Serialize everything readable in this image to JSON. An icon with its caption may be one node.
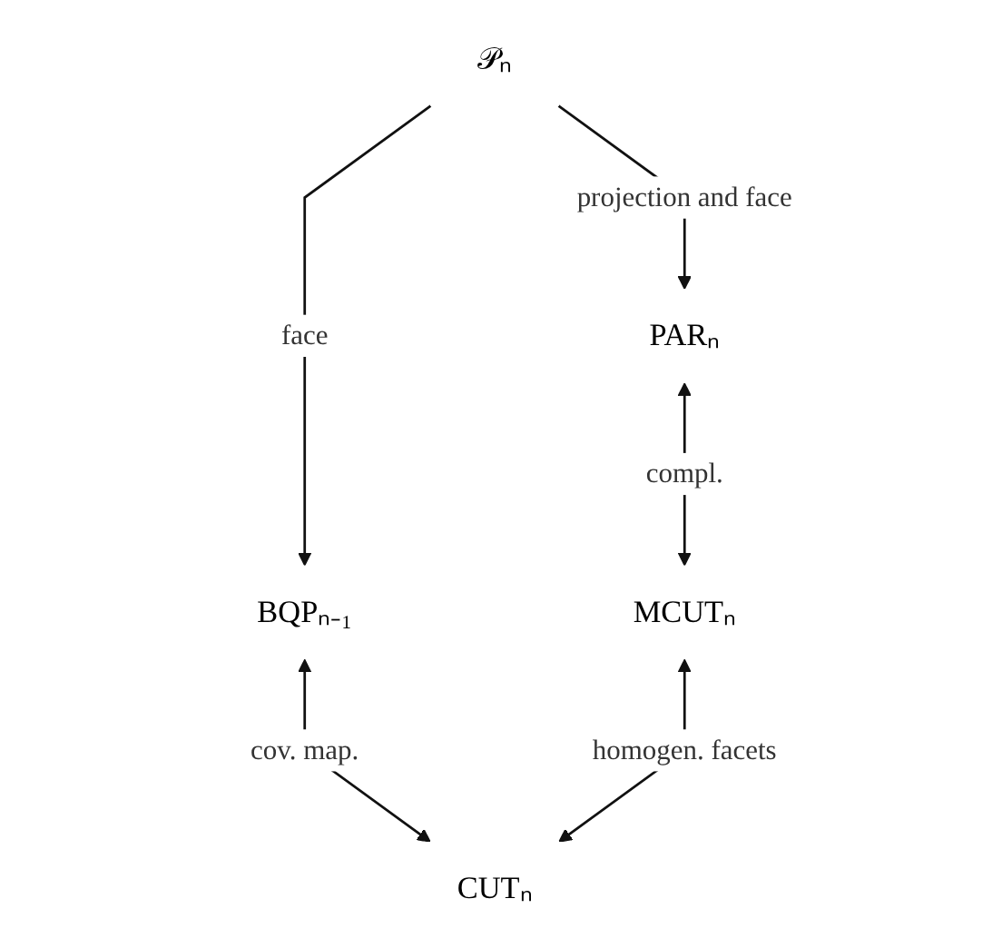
{
  "diagram": {
    "nodes": [
      {
        "text": [
          "𝒫ₙ"
        ]
      },
      {
        "text": [
          "PARₙ"
        ]
      },
      {
        "text": [
          "BQPₙ₋₁"
        ]
      },
      {
        "text": [
          "MCUTₙ"
        ]
      },
      {
        "text": [
          "CUTₙ"
        ]
      }
    ],
    "edges": [
      {
        "from": 0,
        "to": 1,
        "arrow": "to",
        "label": "projection and face"
      },
      {
        "from": 0,
        "to": 2,
        "arrow": "to",
        "label": "face"
      },
      {
        "from": 1,
        "to": 3,
        "arrow": "both",
        "label": "compl."
      },
      {
        "from": 2,
        "to": 4,
        "arrow": "both",
        "label": "cov. map."
      },
      {
        "from": 3,
        "to": 4,
        "arrow": "both",
        "label": "homogen. facets"
      }
    ]
  }
}
